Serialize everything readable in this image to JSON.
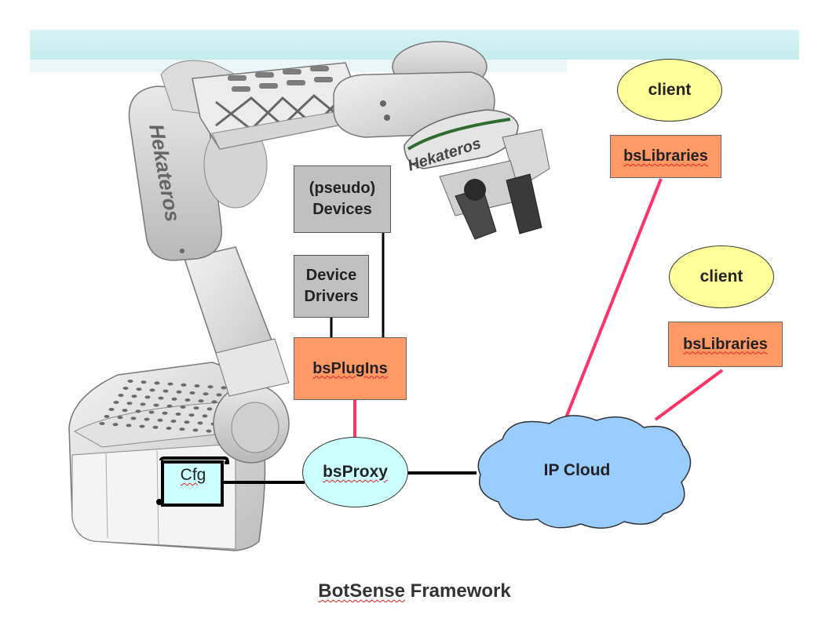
{
  "nodes": {
    "client_top": "client",
    "bslibraries_top": "bsLibraries",
    "pseudo_devices_line1": "(pseudo)",
    "pseudo_devices_line2": "Devices",
    "device_drivers_line1": "Device",
    "device_drivers_line2": "Drivers",
    "client_right": "client",
    "bslibraries_right": "bsLibraries",
    "bsplugins": "bsPlugIns",
    "bsproxy": "bsProxy",
    "ip_cloud": "IP Cloud",
    "cfg": "Cfg"
  },
  "robot_labels": {
    "arm_link": "Hekateros",
    "gripper": "Hekateros"
  },
  "title": {
    "word1": "BotSense",
    "word2": " Framework"
  },
  "colors": {
    "orange_box": "#ff9966",
    "gray_box": "#c0c0c0",
    "client_fill": "#ffff99",
    "proxy_fill": "#ccffff",
    "cloud_fill": "#99ccff",
    "pink_link": "#ff3366",
    "black_link": "#000000",
    "header_band": "#cdeff0"
  }
}
